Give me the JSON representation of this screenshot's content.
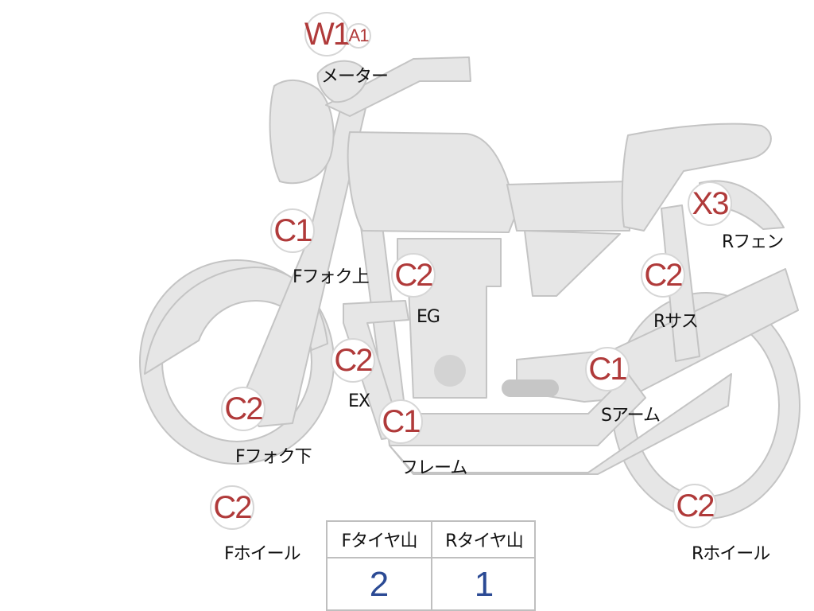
{
  "parts": [
    {
      "id": "meter-main",
      "badge": "W1",
      "label": "メーター"
    },
    {
      "id": "meter-sub",
      "badge": "A1",
      "label": ""
    },
    {
      "id": "fork-upper",
      "badge": "C1",
      "label": "Fフォク上"
    },
    {
      "id": "engine",
      "badge": "C2",
      "label": "EG"
    },
    {
      "id": "rear-fender",
      "badge": "X3",
      "label": "Rフェン"
    },
    {
      "id": "rear-suspension",
      "badge": "C2",
      "label": "Rサス"
    },
    {
      "id": "exhaust",
      "badge": "C2",
      "label": "EX"
    },
    {
      "id": "swingarm",
      "badge": "C1",
      "label": "Sアーム"
    },
    {
      "id": "fork-lower",
      "badge": "C2",
      "label": "Fフォク下"
    },
    {
      "id": "frame",
      "badge": "C1",
      "label": "フレーム"
    },
    {
      "id": "front-wheel",
      "badge": "C2",
      "label": "Fホイール"
    },
    {
      "id": "rear-wheel",
      "badge": "C2",
      "label": "Rホイール"
    }
  ],
  "tire_table": {
    "front_header": "Fタイヤ山",
    "rear_header": "Rタイヤ山",
    "front_value": "2",
    "rear_value": "1"
  },
  "colors": {
    "body_fill": "#e6e6e6",
    "body_stroke": "#c4c4c4",
    "badge_text": "#b03a3a",
    "value_text": "#2b4a94"
  }
}
